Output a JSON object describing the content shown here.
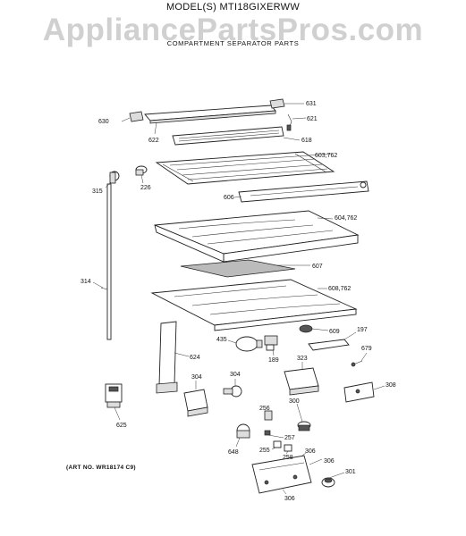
{
  "header": {
    "model": "MODEL(S) MTI18GIXERWW",
    "watermark": "AppliancePartsPros.com",
    "section": "COMPARTMENT SEPARATOR PARTS"
  },
  "footer": {
    "art_no": "(ART NO. WR18174 C9)"
  },
  "parts": [
    {
      "id": "630",
      "label": "630"
    },
    {
      "id": "631",
      "label": "631"
    },
    {
      "id": "621",
      "label": "621"
    },
    {
      "id": "622",
      "label": "622"
    },
    {
      "id": "618",
      "label": "618"
    },
    {
      "id": "603_762",
      "label": "603,762"
    },
    {
      "id": "315",
      "label": "315"
    },
    {
      "id": "226",
      "label": "226"
    },
    {
      "id": "606",
      "label": "606"
    },
    {
      "id": "604_762",
      "label": "604,762"
    },
    {
      "id": "607",
      "label": "607"
    },
    {
      "id": "314",
      "label": "314"
    },
    {
      "id": "608_762",
      "label": "608,762"
    },
    {
      "id": "609",
      "label": "609"
    },
    {
      "id": "197",
      "label": "197"
    },
    {
      "id": "435",
      "label": "435"
    },
    {
      "id": "679",
      "label": "679"
    },
    {
      "id": "624",
      "label": "624"
    },
    {
      "id": "189",
      "label": "189"
    },
    {
      "id": "323",
      "label": "323"
    },
    {
      "id": "304a",
      "label": "304"
    },
    {
      "id": "304b",
      "label": "304"
    },
    {
      "id": "308",
      "label": "308"
    },
    {
      "id": "256",
      "label": "256"
    },
    {
      "id": "300",
      "label": "300"
    },
    {
      "id": "625",
      "label": "625"
    },
    {
      "id": "648",
      "label": "648"
    },
    {
      "id": "257",
      "label": "257"
    },
    {
      "id": "255",
      "label": "255"
    },
    {
      "id": "258",
      "label": "258"
    },
    {
      "id": "306a",
      "label": "306"
    },
    {
      "id": "306b",
      "label": "306"
    },
    {
      "id": "301",
      "label": "301"
    },
    {
      "id": "306c",
      "label": "306"
    }
  ]
}
